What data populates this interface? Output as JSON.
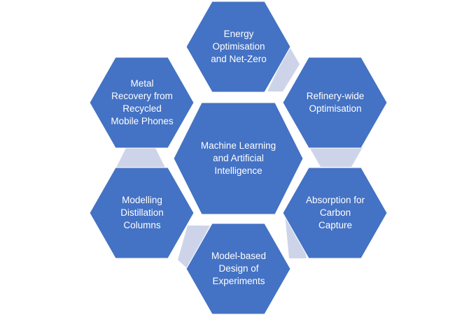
{
  "center": {
    "label": "Machine Learning\nand Artificial\nIntelligence"
  },
  "nodes": [
    {
      "label": "Energy\nOptimisation\nand Net-Zero"
    },
    {
      "label": "Refinery-wide\nOptimisation"
    },
    {
      "label": "Absorption for\nCarbon\nCapture"
    },
    {
      "label": "Model-based\nDesign of\nExperiments"
    },
    {
      "label": "Modelling\nDistillation\nColumns"
    },
    {
      "label": "Metal\nRecovery from\nRecycled\nMobile Phones"
    }
  ],
  "colors": {
    "hex_fill": "#4472C4",
    "hex_stroke": "#ffffff",
    "connector_fill": "#CDD4EA",
    "text": "#ffffff",
    "background": "#ffffff"
  }
}
